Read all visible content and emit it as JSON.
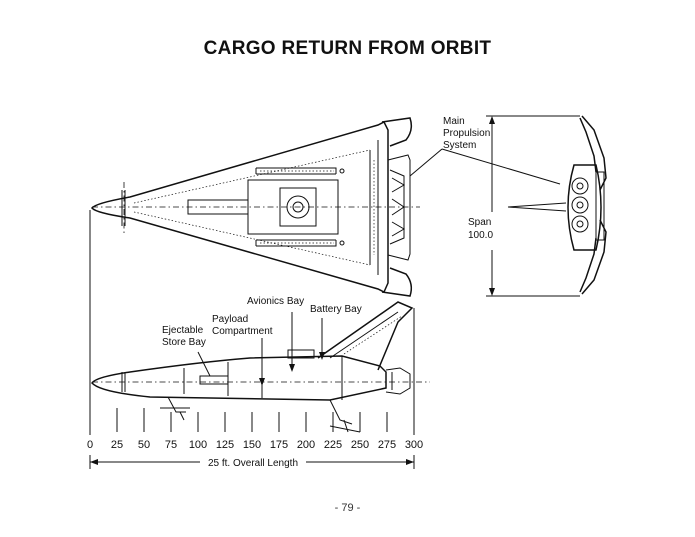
{
  "title": "CARGO RETURN FROM ORBIT",
  "page_number": "- 79 -",
  "labels": {
    "main_propulsion": [
      "Main",
      "Propulsion",
      "System"
    ],
    "span": [
      "Span",
      "100.0"
    ],
    "avionics_bay": "Avionics Bay",
    "battery_bay": "Battery Bay",
    "payload_compartment": [
      "Payload",
      "Compartment"
    ],
    "ejectable_store_bay": [
      "Ejectable",
      "Store Bay"
    ]
  },
  "scale": {
    "ticks": [
      "0",
      "25",
      "50",
      "75",
      "100",
      "125",
      "150",
      "175",
      "200",
      "225",
      "250",
      "275",
      "300"
    ],
    "overall_length": "25 ft. Overall Length"
  }
}
